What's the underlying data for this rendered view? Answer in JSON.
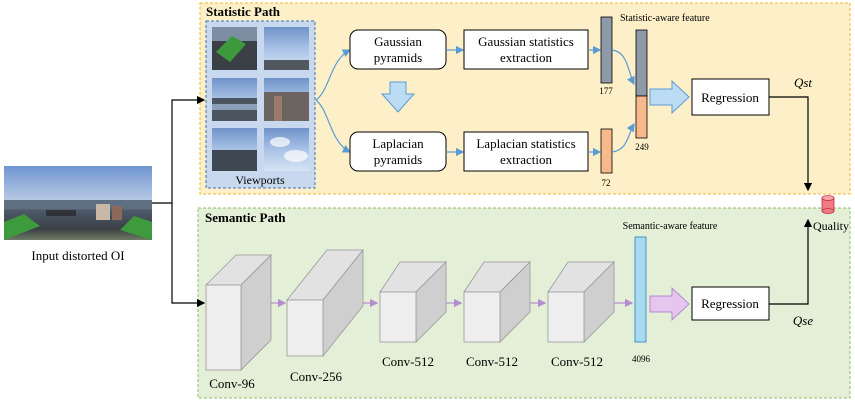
{
  "input": {
    "label": "Input distorted OI"
  },
  "statistic_path": {
    "title": "Statistic Path",
    "viewports_label": "Viewports",
    "gaussian_pyramids": [
      "Gaussian",
      "pyramids"
    ],
    "laplacian_pyramids": [
      "Laplacian",
      "pyramids"
    ],
    "gaussian_extraction": [
      "Gaussian statistics",
      "extraction"
    ],
    "laplacian_extraction": [
      "Laplacian statistics",
      "extraction"
    ],
    "feature_label": "Statistic-aware feature",
    "gaussian_dim": "177",
    "laplacian_dim": "72",
    "combined_dim": "249",
    "regression": "Regression",
    "output": "Qst"
  },
  "semantic_path": {
    "title": "Semantic Path",
    "layers": [
      "Conv-96",
      "Conv-256",
      "Conv-512",
      "Conv-512",
      "Conv-512"
    ],
    "feature_label": "Semantic-aware feature",
    "feature_dim": "4096",
    "regression": "Regression",
    "output": "Qse"
  },
  "quality": {
    "label": "Quality"
  },
  "colors": {
    "statistic_bg": "#fdf0c8",
    "statistic_border": "#f0b830",
    "semantic_bg": "#e3efd6",
    "semantic_border": "#8cbf6a",
    "gray_bar": "#8f9aa8",
    "orange_bar": "#f7b98c",
    "blue_bar": "#a8daf0",
    "arrow_blue": "#bcdcf4",
    "arrow_purple": "#e6c6ee",
    "cylinder": "#f07a86"
  }
}
